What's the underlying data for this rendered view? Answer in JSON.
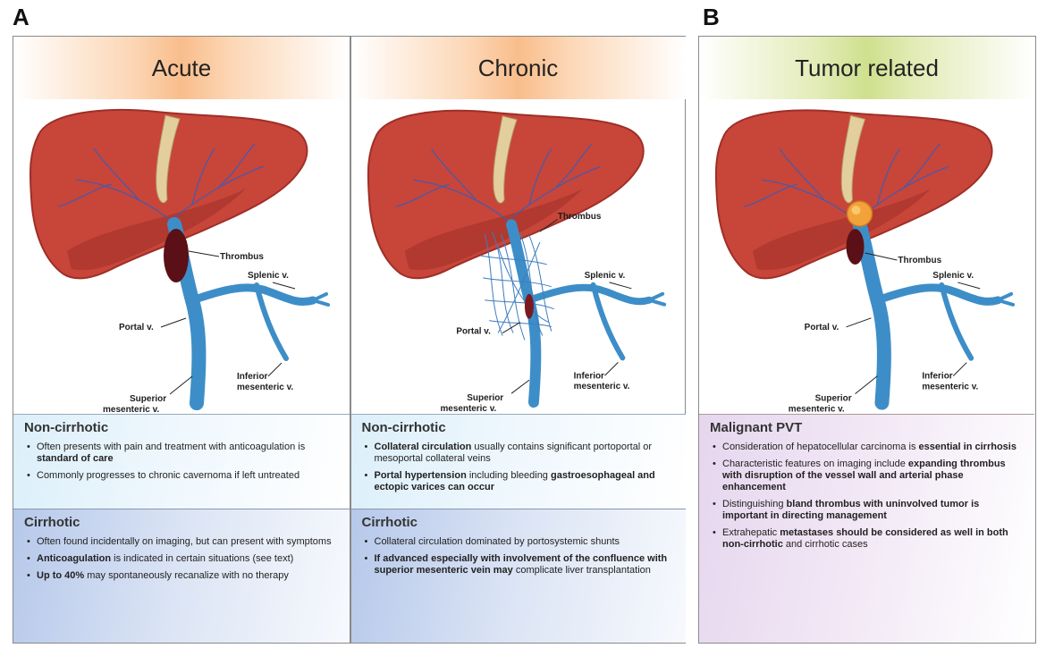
{
  "panels": {
    "a_letter": "A",
    "b_letter": "B"
  },
  "colors": {
    "liver": "#c8453a",
    "liver_dark": "#9e2f27",
    "vein": "#3d8ec8",
    "thrombus": "#5a1016",
    "ligament": "#e3cf9e",
    "tumor": "#f2a23a"
  },
  "acute": {
    "title": "Acute",
    "labels": {
      "thrombus": "Thrombus",
      "splenic": "Splenic v.",
      "portal": "Portal v.",
      "inferior_1": "Inferior",
      "inferior_2": "mesenteric v.",
      "superior_1": "Superior",
      "superior_2": "mesenteric v."
    },
    "noncirrhotic": {
      "title": "Non-cirrhotic",
      "b1_text": "Often presents with pain and treatment with anticoagulation is ",
      "b1_bold": "standard of care",
      "b2_text": "Commonly progresses to chronic cavernoma if left untreated"
    },
    "cirrhotic": {
      "title": "Cirrhotic",
      "b1_text": "Often found incidentally on imaging, but can present with symptoms",
      "b2_bold": "Anticoagulation",
      "b2_text": " is indicated in certain situations (see text)",
      "b3_bold": "Up to 40%",
      "b3_text": " may spontaneously recanalize with no therapy"
    }
  },
  "chronic": {
    "title": "Chronic",
    "labels": {
      "thrombus": "Thrombus",
      "splenic": "Splenic v.",
      "portal": "Portal v.",
      "inferior_1": "Inferior",
      "inferior_2": "mesenteric v.",
      "superior_1": "Superior",
      "superior_2": "mesenteric v."
    },
    "noncirrhotic": {
      "title": "Non-cirrhotic",
      "b1_bold": "Collateral circulation",
      "b1_text": " usually contains significant portoportal or mesoportal collateral veins",
      "b2_bold": "Portal hypertension",
      "b2_text_1": " including bleeding ",
      "b2_text_2": "gastroesophageal and ectopic varices can occur"
    },
    "cirrhotic": {
      "title": "Cirrhotic",
      "b1_text": "Collateral circulation dominated by portosystemic shunts",
      "b2_bold": "If advanced especially with involvement of the confluence with superior mesenteric vein may",
      "b2_text": " complicate liver transplantation"
    }
  },
  "tumor": {
    "title": "Tumor related",
    "labels": {
      "thrombus": "Thrombus",
      "splenic": "Splenic v.",
      "portal": "Portal v.",
      "inferior_1": "Inferior",
      "inferior_2": "mesenteric v.",
      "superior_1": "Superior",
      "superior_2": "mesenteric v."
    },
    "malignant": {
      "title": "Malignant PVT",
      "b1_text": "Consideration of hepatocellular carcinoma is ",
      "b1_bold": "essential in cirrhosis",
      "b2_text": "Characteristic features on imaging include ",
      "b2_bold": "expanding thrombus with disruption of the vessel wall and arterial phase enhancement",
      "b3_text": "Distinguishing ",
      "b3_bold": "bland thrombus with uninvolved tumor is important in directing management",
      "b4_text": "Extrahepatic ",
      "b4_bold": "metastases should be considered as well in both non-cirrhotic",
      "b4_text_2": " and cirrhotic cases"
    }
  }
}
